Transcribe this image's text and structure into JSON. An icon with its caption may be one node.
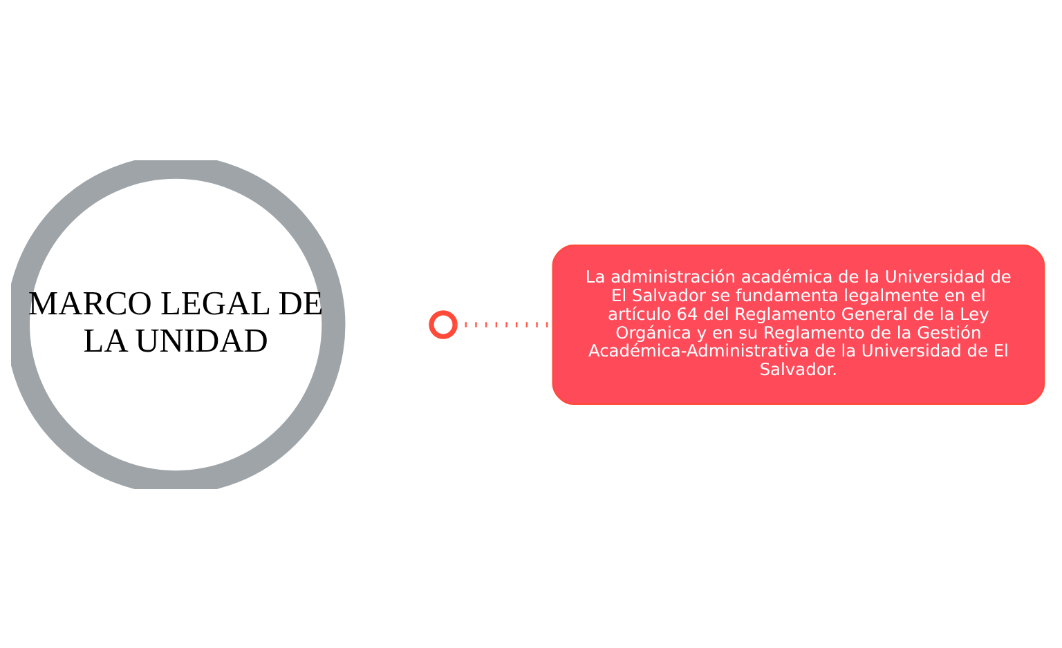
{
  "diagram": {
    "nodes": [
      {
        "text": [
          "MARCO LEGAL DE LA UNIDAD"
        ]
      },
      {
        "text": [],
        "shape": "circle"
      },
      {
        "text": [
          "La administración académica de la Universidad de El Salvador se fundamenta legalmente en el artículo 64 del Reglamento General de la Ley Orgánica y en su Reglamento de la Gestión Académica-Administrativa de la Universidad de El Salvador."
        ]
      }
    ],
    "edges": [
      {
        "from": 1,
        "to": 2,
        "arrow": "none",
        "style": "dashed",
        "color": "#ff5a4a"
      }
    ]
  }
}
